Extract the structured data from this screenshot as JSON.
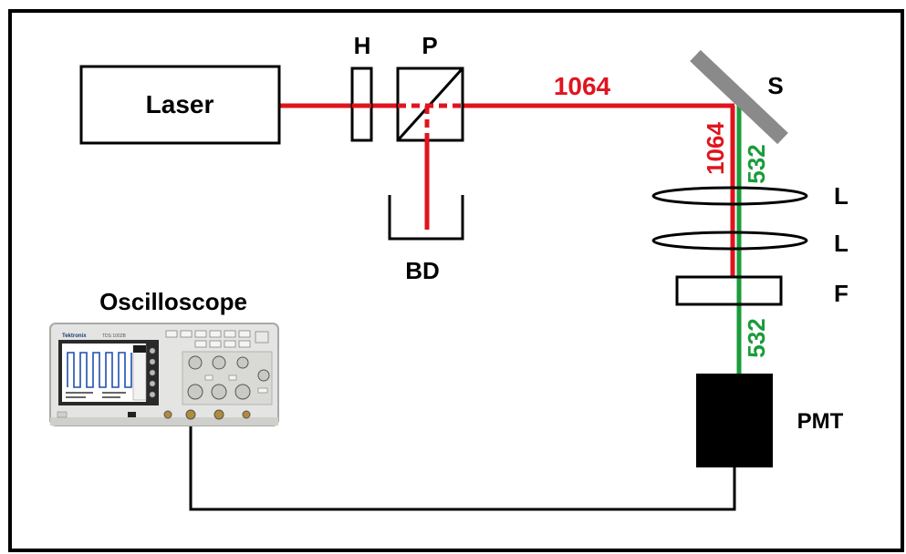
{
  "labels": {
    "laser": "Laser",
    "half_wave_plate": "H",
    "polarizer": "P",
    "beam_dump": "BD",
    "mirror": "S",
    "lens_1": "L",
    "lens_2": "L",
    "filter": "F",
    "pmt": "PMT",
    "oscilloscope": "Oscilloscope",
    "beam_1064_horizontal": "1064",
    "beam_1064_vertical": "1064",
    "beam_532_upper": "532",
    "beam_532_lower": "532"
  },
  "oscilloscope_panel": {
    "brand": "Tektronix",
    "model": "TDS 1002B"
  },
  "colors": {
    "ir_beam": "#e0141e",
    "green_beam": "#1a9c3a",
    "outline": "#000000",
    "mirror": "#8a8a8a",
    "pmt": "#000000"
  }
}
